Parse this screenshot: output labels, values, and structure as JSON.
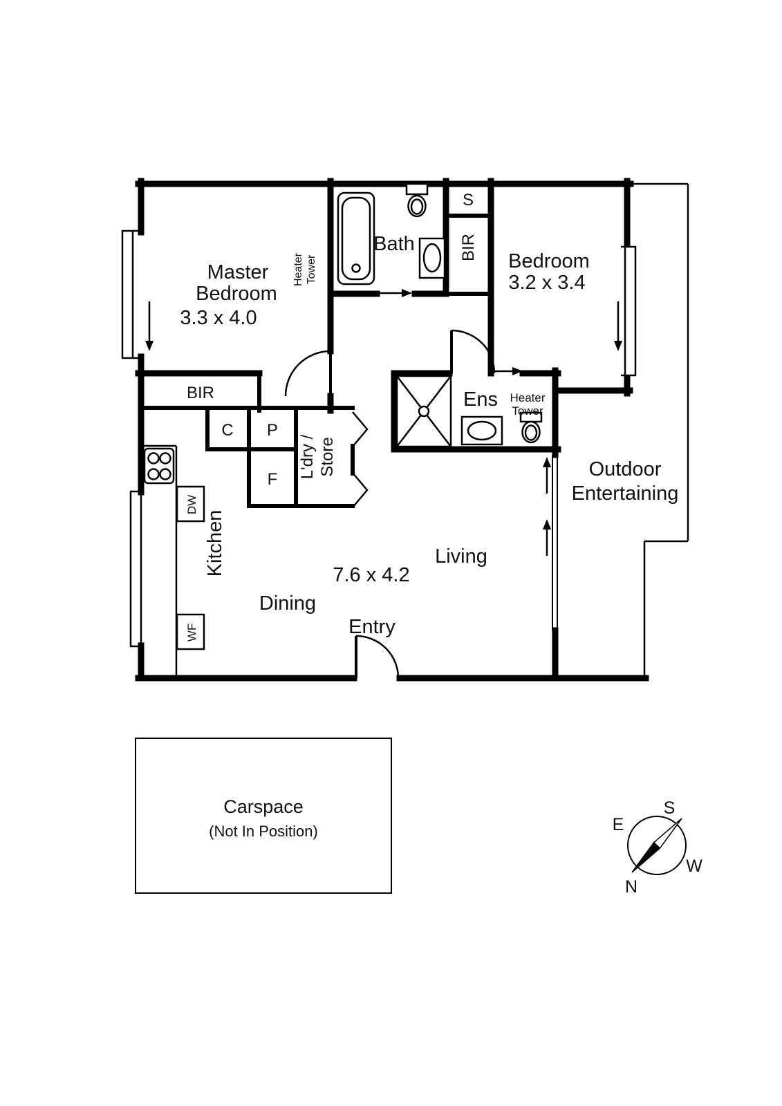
{
  "plan": {
    "master_bedroom": {
      "name_line1": "Master",
      "name_line2": "Bedroom",
      "dims": "3.3 x 4.0"
    },
    "bath": {
      "name": "Bath"
    },
    "bedroom2": {
      "name": "Bedroom",
      "dims": "3.2 x 3.4"
    },
    "storage_s": "S",
    "bir_hall": "BIR",
    "bir_master": "BIR",
    "ensuite": {
      "name": "Ens"
    },
    "heater_bath": {
      "line1": "Heater",
      "line2": "Tower"
    },
    "heater_ens": {
      "line1": "Heater",
      "line2": "Tower"
    },
    "outdoor": {
      "line1": "Outdoor",
      "line2": "Entertaining"
    },
    "kitchen": {
      "name": "Kitchen"
    },
    "dishwasher": "DW",
    "wine_fridge": "WF",
    "cupboard": "C",
    "pantry": "P",
    "fridge": "F",
    "laundry": {
      "line1": "L'dry /",
      "line2": "Store"
    },
    "living": {
      "name": "Living",
      "dims": "7.6 x 4.2"
    },
    "dining": {
      "name": "Dining"
    },
    "entry": {
      "name": "Entry"
    },
    "carspace": {
      "name": "Carspace",
      "note": "(Not In Position)"
    },
    "compass": {
      "n": "N",
      "s": "S",
      "e": "E",
      "w": "W"
    },
    "colors": {
      "wall": "#000000",
      "background": "#ffffff"
    }
  }
}
